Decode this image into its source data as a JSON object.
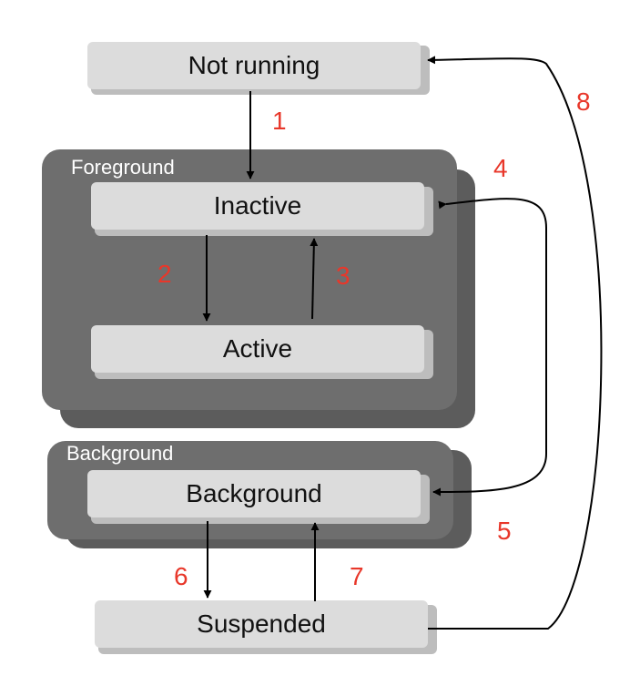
{
  "groups": {
    "foreground": {
      "label": "Foreground"
    },
    "background": {
      "label": "Background"
    }
  },
  "states": {
    "not_running": "Not running",
    "inactive": "Inactive",
    "active": "Active",
    "background": "Background",
    "suspended": "Suspended"
  },
  "transitions": {
    "t1": "1",
    "t2": "2",
    "t3": "3",
    "t4": "4",
    "t5": "5",
    "t6": "6",
    "t7": "7",
    "t8": "8"
  },
  "colors": {
    "transition_label": "#e8372a",
    "group_fill": "#6e6e6e",
    "state_fill": "#dcdcdc",
    "arrow": "#000000"
  }
}
